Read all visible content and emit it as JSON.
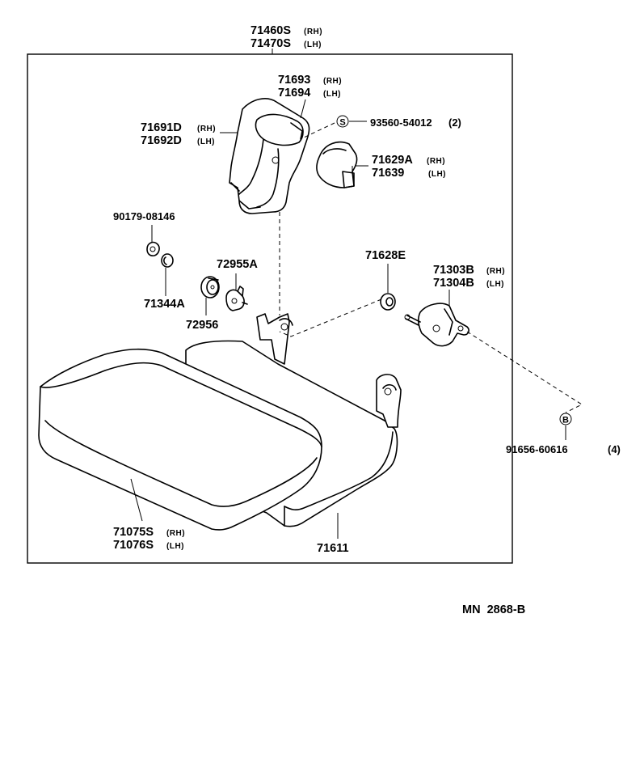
{
  "diagram": {
    "drawing_code": "MN  2868-B",
    "callouts": {
      "seat_assembly": {
        "rh_number": "71460S",
        "rh_side": "(RH)",
        "lh_number": "71470S",
        "lh_side": "(LH)"
      },
      "hinge_cover_inner": {
        "rh_number": "71693",
        "rh_side": "(RH)",
        "lh_number": "71694",
        "lh_side": "(LH)"
      },
      "hinge_cover_outer": {
        "rh_number": "71691D",
        "rh_side": "(RH)",
        "lh_number": "71692D",
        "lh_side": "(LH)"
      },
      "screw": {
        "symbol": "S",
        "number": "93560-54012",
        "qty": "(2)"
      },
      "hinge_cap": {
        "rh_number": "71629A",
        "rh_side": "(RH)",
        "lh_number": "71639",
        "lh_side": "(LH)"
      },
      "clip": {
        "number": "90179-08146"
      },
      "cap_a": {
        "number": "71344A"
      },
      "knob": {
        "number": "72955A"
      },
      "knob_base": {
        "number": "72956"
      },
      "bushing": {
        "number": "71628E"
      },
      "hinge_bracket": {
        "rh_number": "71303B",
        "rh_side": "(RH)",
        "lh_number": "71304B",
        "lh_side": "(LH)"
      },
      "bolt": {
        "symbol": "B",
        "number": "91656-60616",
        "qty": "(4)"
      },
      "cushion_cover": {
        "rh_number": "71075S",
        "rh_side": "(RH)",
        "lh_number": "71076S",
        "lh_side": "(LH)"
      },
      "seat_frame": {
        "number": "71611"
      }
    },
    "icons": [
      "screw-symbol-icon",
      "bolt-symbol-icon"
    ]
  }
}
